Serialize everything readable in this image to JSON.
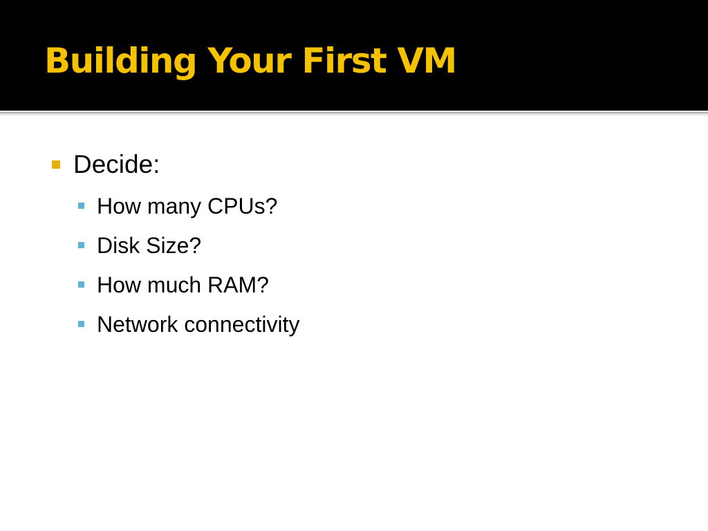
{
  "slide": {
    "title": "Building Your First VM",
    "colors": {
      "title_text": "#f5c200",
      "title_band": "#000000",
      "bullet_level1": "#e9b10e",
      "bullet_level2": "#5fb3d3"
    },
    "bullets": [
      {
        "text": "Decide:",
        "children": [
          "How many CPUs?",
          "Disk Size?",
          "How much RAM?",
          "Network connectivity"
        ]
      }
    ]
  }
}
